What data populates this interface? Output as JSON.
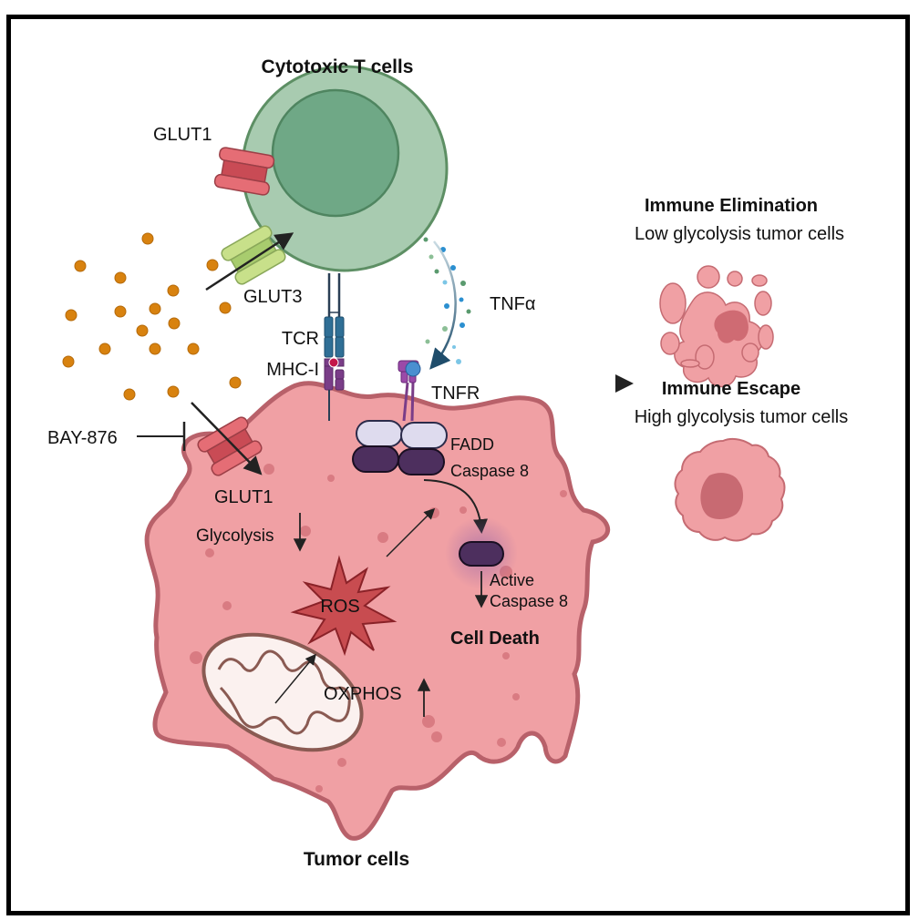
{
  "title": "Cytotoxic T cells",
  "tcell": {
    "label": "Cytotoxic T cells",
    "transporters": [
      {
        "name": "GLUT1",
        "label": "GLUT1"
      },
      {
        "name": "GLUT3",
        "label": "GLUT3"
      }
    ],
    "receptor_label": "TCR",
    "secreted_label": "TNFα"
  },
  "tumor": {
    "label": "Tumor cells",
    "mhc_label": "MHC-I",
    "glut_label": "GLUT1",
    "tnfr_label": "TNFR",
    "fadd_label": "FADD",
    "caspase_label": "Caspase 8",
    "active_caspase_line1": "Active",
    "active_caspase_line2": "Caspase 8",
    "cell_death_label": "Cell Death",
    "glycolysis_label": "Glycolysis",
    "glycolysis_direction": "down",
    "ros_label": "ROS",
    "oxphos_label": "OXPHOS",
    "oxphos_direction": "up"
  },
  "inhibitor": {
    "label": "BAY-876",
    "target": "GLUT1"
  },
  "outcomes": [
    {
      "title": "Immune Elimination",
      "subtitle": "Low glycolysis tumor cells"
    },
    {
      "title": "Immune Escape",
      "subtitle": "High glycolysis tumor cells"
    }
  ],
  "colors": {
    "tcell_outer": "#a8cbb0",
    "tcell_inner": "#6fa886",
    "tcell_stroke": "#5d8f64",
    "tumor_fill": "#f0a0a4",
    "tumor_stroke": "#b8616a",
    "glucose": "#d8820f",
    "glut1": "#e56d75",
    "glut3": "#c8e08a",
    "tcr": "#2f6f96",
    "mhc": "#7a3d88",
    "fadd": "#dedbee",
    "caspase": "#4d2f5e",
    "ros": "#c84c50"
  }
}
